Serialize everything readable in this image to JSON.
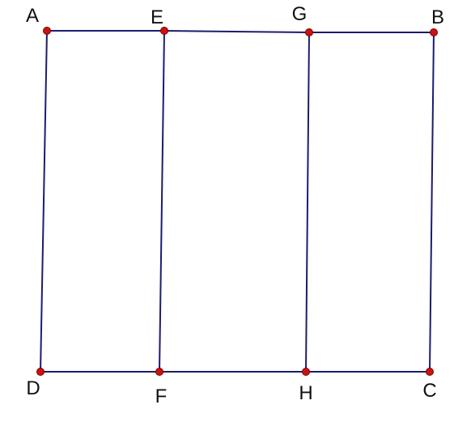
{
  "points": [
    {
      "id": "A",
      "label": "A"
    },
    {
      "id": "E",
      "label": "E"
    },
    {
      "id": "G",
      "label": "G"
    },
    {
      "id": "B",
      "label": "B"
    },
    {
      "id": "D",
      "label": "D"
    },
    {
      "id": "F",
      "label": "F"
    },
    {
      "id": "H",
      "label": "H"
    },
    {
      "id": "C",
      "label": "C"
    }
  ],
  "segments": [
    [
      "A",
      "E"
    ],
    [
      "E",
      "G"
    ],
    [
      "G",
      "B"
    ],
    [
      "D",
      "F"
    ],
    [
      "F",
      "H"
    ],
    [
      "H",
      "C"
    ],
    [
      "A",
      "D"
    ],
    [
      "E",
      "F"
    ],
    [
      "G",
      "H"
    ],
    [
      "B",
      "C"
    ]
  ],
  "colors": {
    "line": "#1c1c6e",
    "point": "#cc1111",
    "label": "#111111",
    "background": "#ffffff"
  }
}
